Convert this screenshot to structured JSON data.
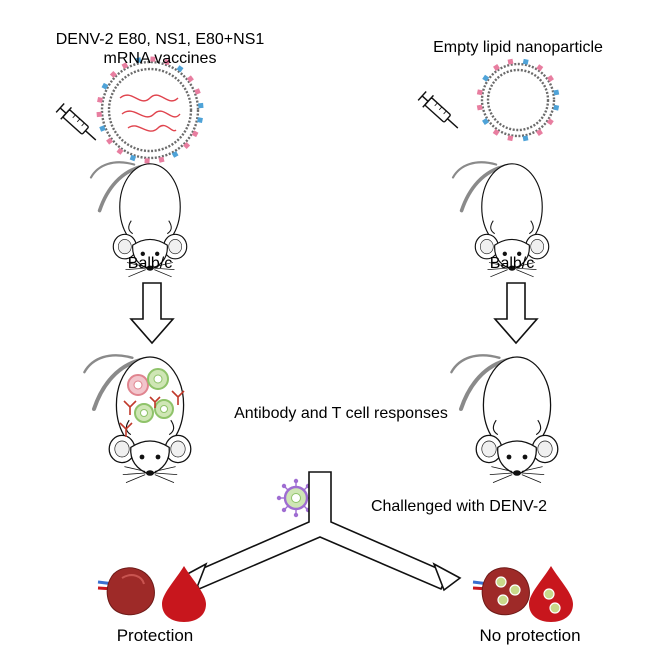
{
  "colors": {
    "outline": "#111111",
    "lipid": "#6b6b6b",
    "protein_pink": "#e87ea0",
    "protein_blue": "#4fa3d8",
    "mrna": "#e0444e",
    "spleen": "#9e2a28",
    "blood": "#c8161d",
    "infected_spot": "#c9d98a",
    "virus_ring": "#9f6dd2",
    "antibody": "#c0392b"
  },
  "left": {
    "title_line1": "DENV-2 E80, NS1, E80+NS1",
    "title_line2": "mRNA vaccines",
    "mouse_strain": "Balb/c",
    "outcome": "Protection",
    "injection_icon": "syringe-icon",
    "particle_icon": "mrna-lipid-nanoparticle-icon"
  },
  "right": {
    "title": "Empty lipid nanoparticle",
    "mouse_strain": "Balb/c",
    "outcome": "No protection",
    "injection_icon": "syringe-icon",
    "particle_icon": "empty-lipid-nanoparticle-icon"
  },
  "center": {
    "response_label": "Antibody and T cell responses",
    "challenge_label": "Challenged with DENV-2",
    "virus_icon": "dengue-virus-icon"
  }
}
